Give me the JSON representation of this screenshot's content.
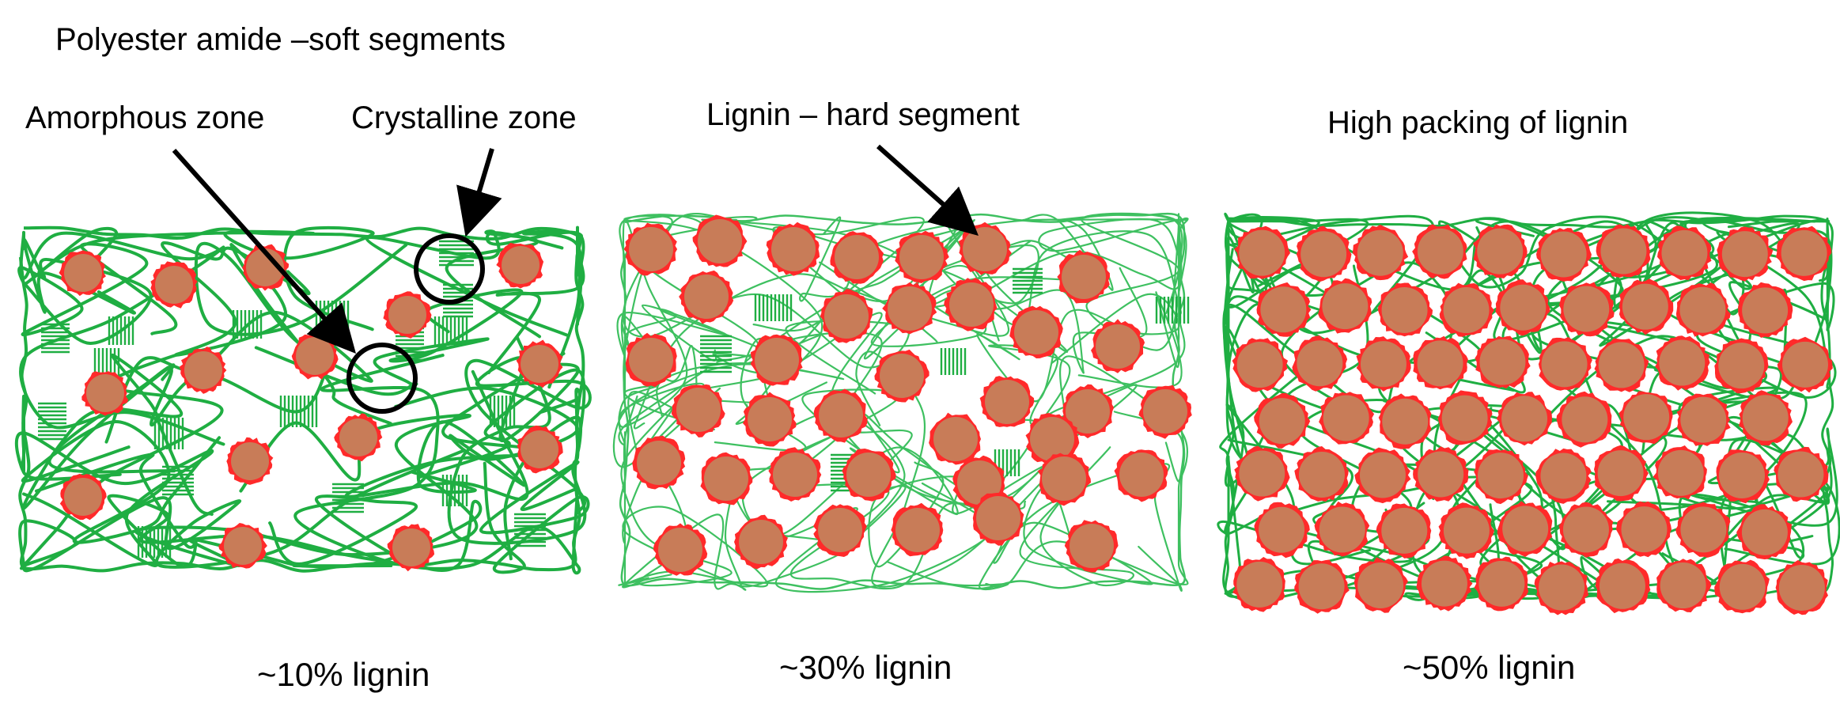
{
  "labels": {
    "soft_segments": "Polyester amide –soft segments",
    "amorphous_zone": "Amorphous zone",
    "crystalline_zone": "Crystalline zone",
    "hard_segment": "Lignin – hard segment",
    "high_packing": "High packing of lignin"
  },
  "panels": [
    {
      "caption": "~10% lignin"
    },
    {
      "caption": "~30% lignin"
    },
    {
      "caption": "~50% lignin"
    }
  ],
  "colors": {
    "lignin_fill": "#c87c58",
    "lignin_edge": "#ff2a2a",
    "chain": "#1fae42",
    "chain_light": "#3ec060",
    "arrow": "#000000",
    "text": "#000000"
  },
  "icons": [
    "lignin-particle",
    "polymer-chain",
    "crystalline-lamella",
    "zone-circle",
    "pointer-arrow"
  ]
}
